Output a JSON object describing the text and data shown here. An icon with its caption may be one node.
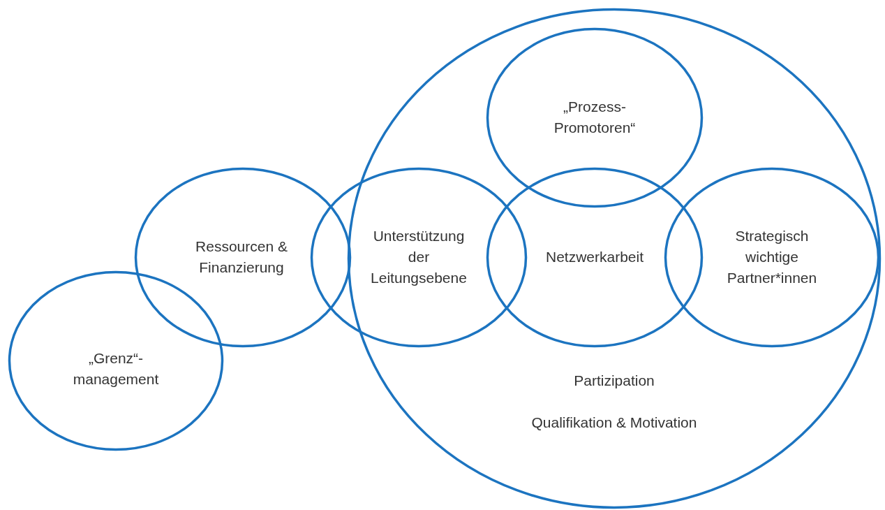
{
  "diagram": {
    "nodes": [
      {
        "text": [
          "Partizipation",
          "Qualifikation & Motivation"
        ]
      },
      {
        "text": [
          "„Prozess-Promotoren“"
        ],
        "in": 0
      },
      {
        "text": [
          "Ressourcen & Finanzierung"
        ]
      },
      {
        "text": [
          "Unterstützung der Leitungsebene"
        ]
      },
      {
        "text": [
          "Netzwerkarbeit"
        ],
        "in": 0
      },
      {
        "text": [
          "Strategisch wichtige Partner*innen"
        ],
        "in": 0
      },
      {
        "text": [
          "„Grenz“-management"
        ]
      }
    ]
  }
}
